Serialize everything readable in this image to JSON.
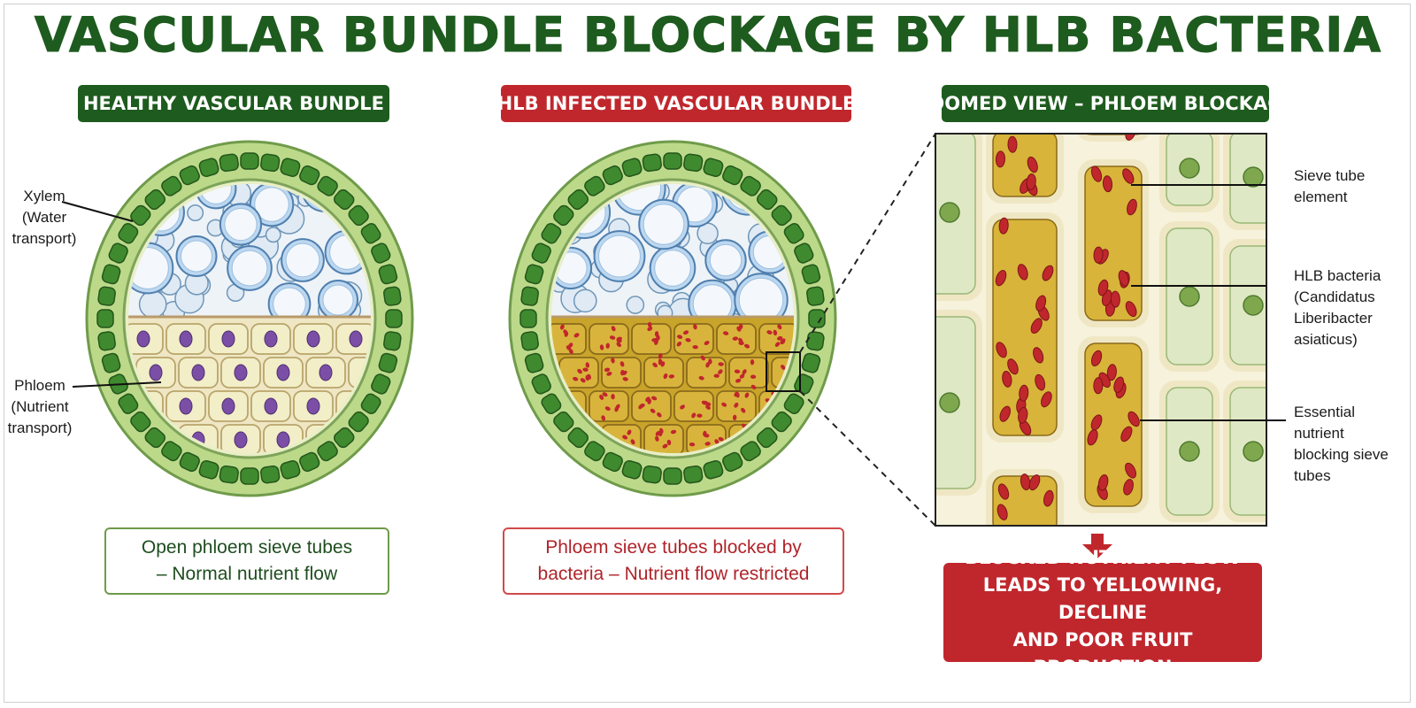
{
  "title": "VASCULAR BUNDLE BLOCKAGE BY HLB BACTERIA",
  "panels": {
    "healthy": {
      "heading": "HEALTHY VASCULAR BUNDLE",
      "caption_line1": "Open phloem sieve tubes",
      "caption_line2": "– Normal nutrient flow"
    },
    "infected": {
      "heading": "HLB INFECTED VASCULAR BUNDLE",
      "caption_line1": "Phloem sieve tubes blocked by",
      "caption_line2": "bacteria – Nutrient flow restricted"
    },
    "zoom": {
      "heading": "ZOOMED VIEW – PHLOEM BLOCKAGE",
      "callout_line1": "BLOCKED NUTRIENT FLOW",
      "callout_line2": "LEADS TO YELLOWING, DECLINE",
      "callout_line3": "AND POOR FRUIT PRODUCTION"
    }
  },
  "labels": {
    "xylem": [
      "Xylem",
      "(Water",
      "transport)"
    ],
    "phloem": [
      "Phloem",
      "(Nutrient",
      "transport)"
    ],
    "sieve_tube": [
      "Sieve tube",
      "element"
    ],
    "hlb_bacteria": [
      "HLB bacteria",
      "(Candidatus",
      "Liberibacter",
      "asiaticus)"
    ],
    "essential_nutrient": [
      "Essential",
      "nutrient",
      "blocking sieve",
      "tubes"
    ]
  },
  "colors": {
    "title_green": "#1e5b1e",
    "badge_red": "#c0272d",
    "cortex_green": "#3f8a2e",
    "xylem_blue": "#bcd7f0",
    "phloem_purple": "#7b4fa6",
    "infected_yellow": "#c9a42a",
    "bacteria_red": "#c0272d"
  }
}
